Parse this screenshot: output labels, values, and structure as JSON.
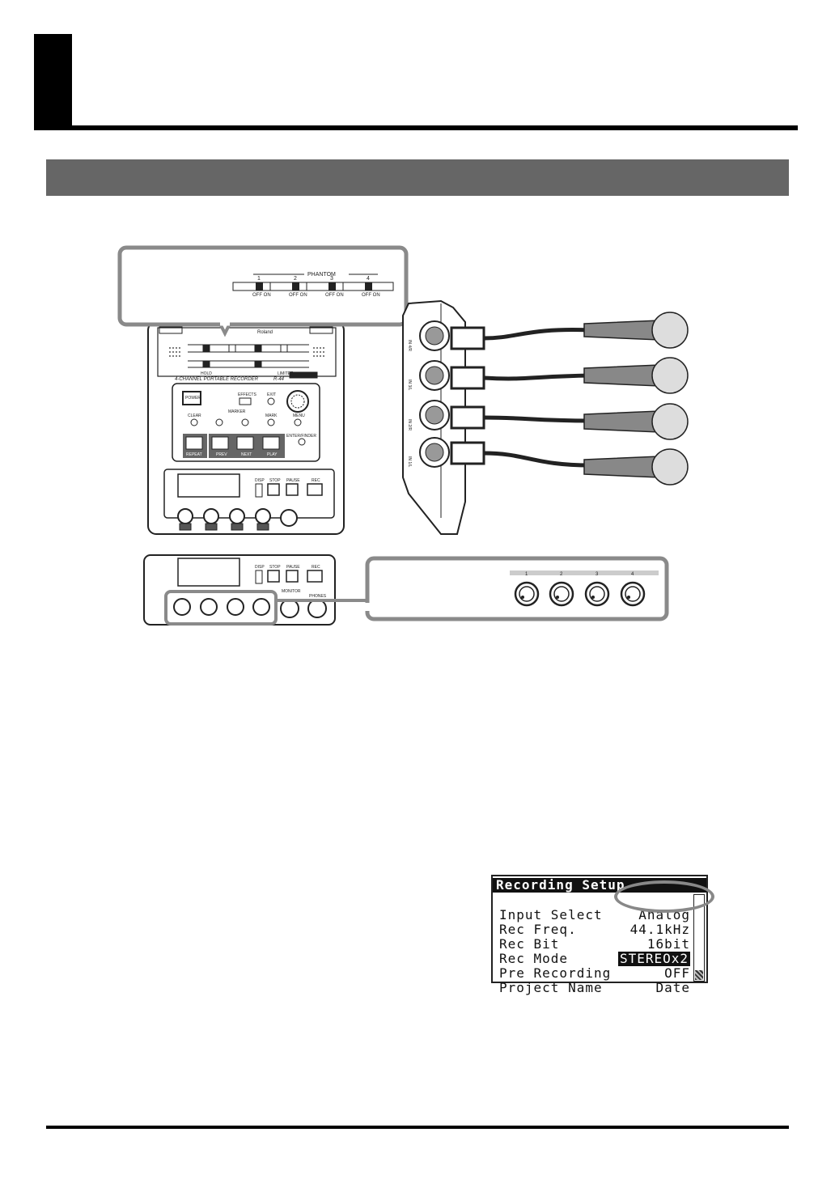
{
  "colors": {
    "section_bar": "#666666",
    "callout_border": "#8a8a8a",
    "ink": "#111111"
  },
  "device": {
    "brand": "Roland",
    "model_line": "4-CHANNEL PORTABLE RECORDER",
    "model": "R-44",
    "phantom_label": "PHANTOM",
    "phantom_nums": [
      "1",
      "2",
      "3",
      "4"
    ],
    "off_on": "OFF  ON",
    "buttons": {
      "power": "POWER",
      "effects": "EFFECTS",
      "exit": "EXIT",
      "clear": "CLEAR",
      "mark": "MARK",
      "menu": "MENU",
      "marker": "MARKER",
      "enter_finder": "ENTER/FINDER",
      "repeat": "REPEAT",
      "prev": "PREV",
      "next": "NEXT",
      "play": "PLAY",
      "disp": "DISP",
      "stop": "STOP",
      "pause": "PAUSE",
      "rec": "REC",
      "monitor": "MONITOR",
      "phones": "PHONES",
      "hold": "HOLD",
      "limiter": "LIMITER"
    },
    "side_inputs": [
      "IN 4/R",
      "IN 3/L",
      "IN 2/R",
      "IN 1/L"
    ],
    "level_nums": [
      "1",
      "2",
      "3",
      "4"
    ]
  },
  "lcd": {
    "title": "Recording Setup",
    "rows": [
      {
        "label": "Input Select",
        "value": "Analog"
      },
      {
        "label": "Rec Freq.",
        "value": "44.1kHz"
      },
      {
        "label": "Rec Bit",
        "value": "16bit"
      },
      {
        "label": "Rec Mode",
        "value": "STEREOx2"
      },
      {
        "label": "Pre Recording",
        "value": "OFF"
      },
      {
        "label": "Project Name",
        "value": "Date"
      }
    ]
  }
}
